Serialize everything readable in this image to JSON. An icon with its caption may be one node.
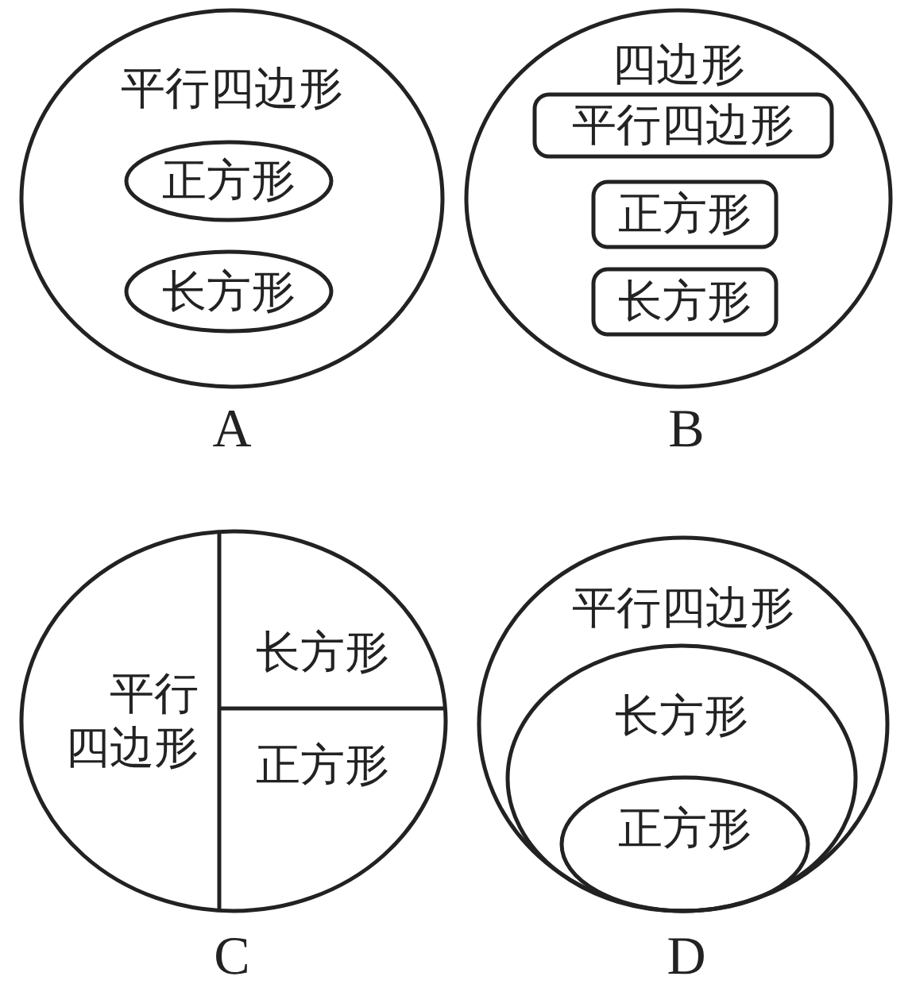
{
  "diagram": {
    "nodes": [
      {
        "text": [
          "平行四边形"
        ]
      },
      {
        "text": [
          "正方形"
        ],
        "in": 0
      },
      {
        "text": [
          "长方形"
        ],
        "in": 0
      },
      {
        "text": [
          "四边形"
        ]
      },
      {
        "text": [
          "平行四边形"
        ],
        "in": 3
      },
      {
        "text": [
          "正方形"
        ],
        "in": 3
      },
      {
        "text": [
          "长方形"
        ],
        "in": 3
      },
      {
        "text": [],
        "shape": "circle"
      },
      {
        "text": [
          "平行四边形"
        ],
        "in": 7
      },
      {
        "text": [
          "长方形"
        ],
        "in": 7
      },
      {
        "text": [
          "正方形"
        ],
        "in": 7
      },
      {
        "text": [
          "平行四边形"
        ]
      },
      {
        "text": [
          "长方形"
        ],
        "in": 11
      },
      {
        "text": [
          "正方形"
        ],
        "in": 12
      }
    ],
    "labels": [
      "A",
      "B",
      "C",
      "D"
    ]
  }
}
